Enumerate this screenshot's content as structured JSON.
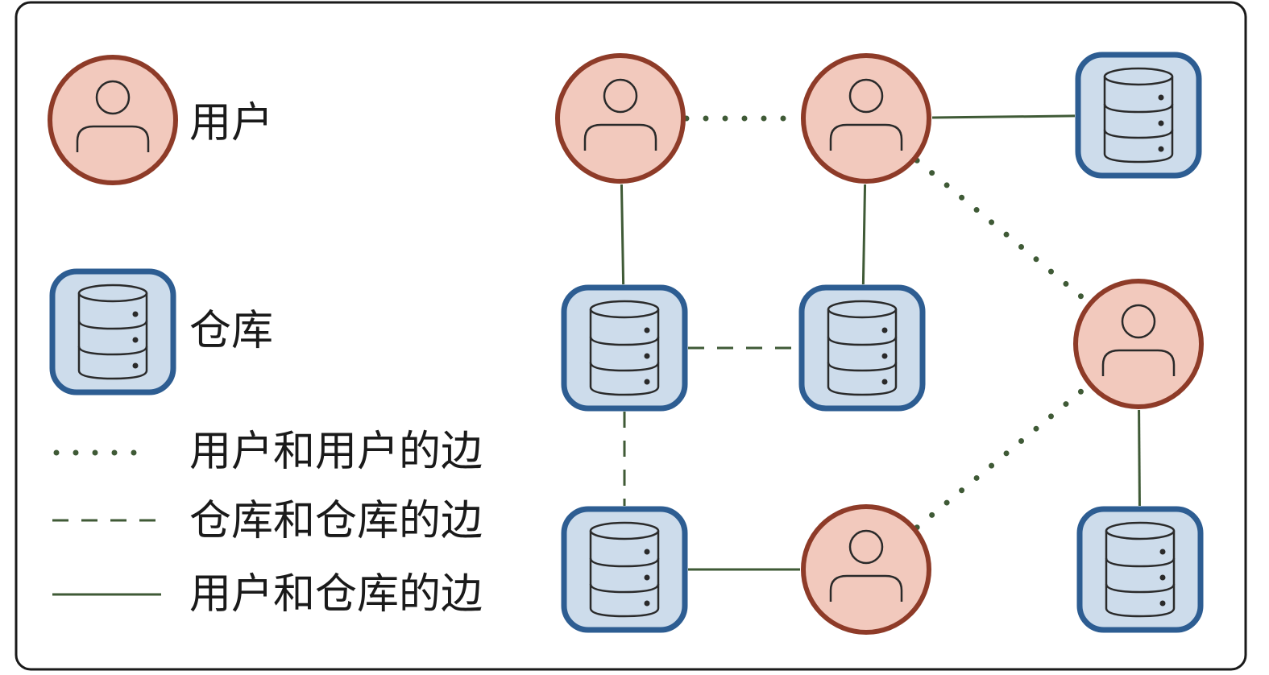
{
  "legend": {
    "user_label": "用户",
    "warehouse_label": "仓库",
    "edge_user_user": "用户和用户的边",
    "edge_wh_wh": "仓库和仓库的边",
    "edge_user_wh": "用户和仓库的边"
  },
  "colors": {
    "user_fill": "#f2c9bd",
    "user_stroke": "#8e3b28",
    "warehouse_fill": "#cddceb",
    "warehouse_stroke": "#2d5d92",
    "edge": "#3f5a36",
    "frame": "#1a1a1a"
  },
  "graph": {
    "nodes": [
      {
        "id": "u1",
        "type": "user"
      },
      {
        "id": "u2",
        "type": "user"
      },
      {
        "id": "u3",
        "type": "user"
      },
      {
        "id": "u4",
        "type": "user"
      },
      {
        "id": "w1",
        "type": "warehouse"
      },
      {
        "id": "w2",
        "type": "warehouse"
      },
      {
        "id": "w3",
        "type": "warehouse"
      },
      {
        "id": "w4",
        "type": "warehouse"
      },
      {
        "id": "w5",
        "type": "warehouse"
      }
    ],
    "edges": [
      {
        "from": "u1",
        "to": "u2",
        "kind": "user-user"
      },
      {
        "from": "u2",
        "to": "w1",
        "kind": "user-warehouse"
      },
      {
        "from": "u2",
        "to": "u3",
        "kind": "user-user"
      },
      {
        "from": "u1",
        "to": "w2",
        "kind": "user-warehouse"
      },
      {
        "from": "u2",
        "to": "w3",
        "kind": "user-warehouse"
      },
      {
        "from": "w2",
        "to": "w3",
        "kind": "warehouse-warehouse"
      },
      {
        "from": "w2",
        "to": "w4",
        "kind": "warehouse-warehouse"
      },
      {
        "from": "w4",
        "to": "u4",
        "kind": "user-warehouse"
      },
      {
        "from": "u4",
        "to": "u3",
        "kind": "user-user"
      },
      {
        "from": "u3",
        "to": "w5",
        "kind": "user-warehouse"
      }
    ]
  }
}
